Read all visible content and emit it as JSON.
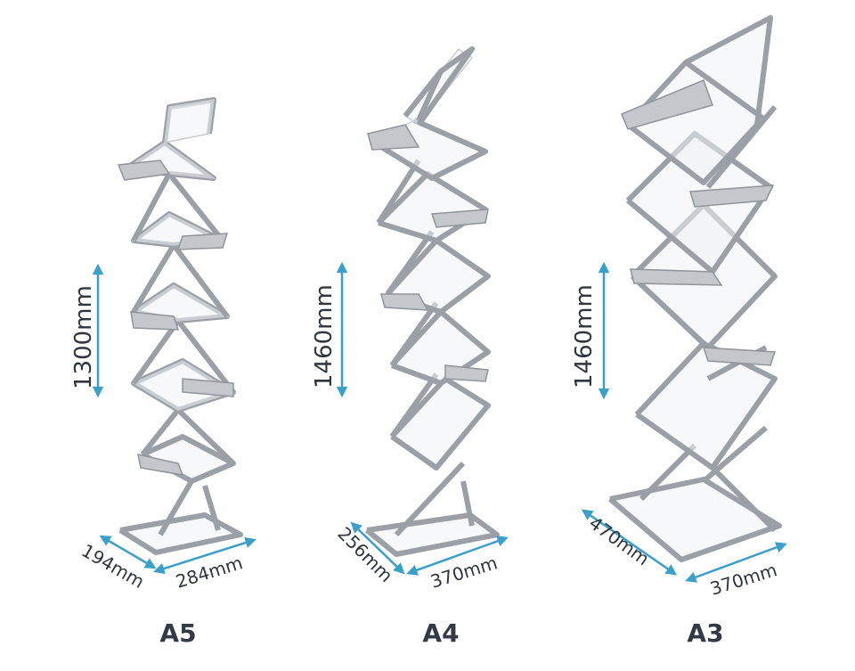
{
  "stands": [
    {
      "size": "A5",
      "height": "1300mm",
      "depth": "194mm",
      "width": "284mm"
    },
    {
      "size": "A4",
      "height": "1460mm",
      "depth": "256mm",
      "width": "370mm"
    },
    {
      "size": "A3",
      "height": "1460mm",
      "depth": "470mm",
      "width": "370mm"
    }
  ],
  "colors": {
    "dimension_arrow": "#3a9fc9",
    "frame": "#9aa0a6",
    "label": "#333a45"
  },
  "icons": [
    "brochure-stand-a5",
    "brochure-stand-a4",
    "brochure-stand-a3"
  ]
}
